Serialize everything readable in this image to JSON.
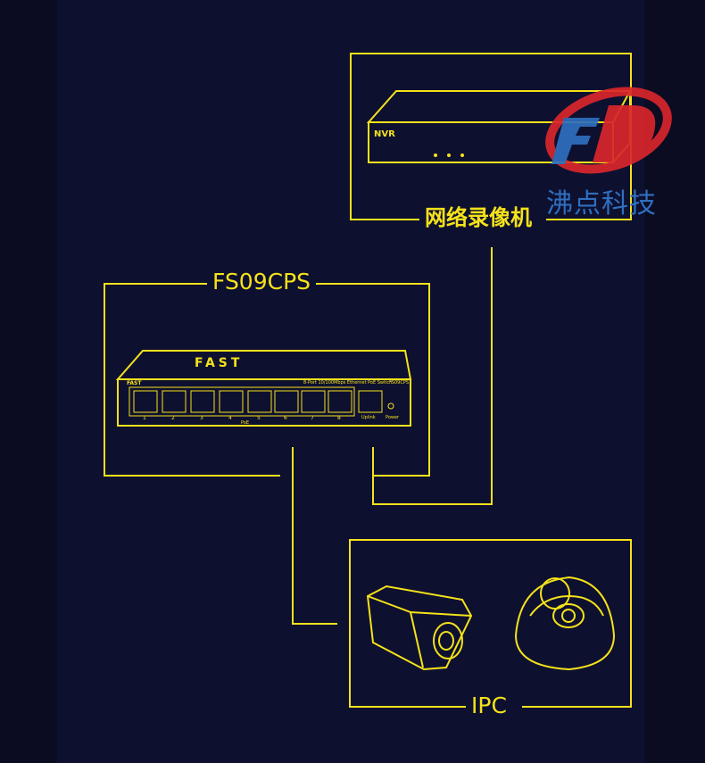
{
  "labels": {
    "nvr_caption": "网络录像机",
    "nvr_device_text": "NVR",
    "switch_caption": "FS09CPS",
    "switch_brand": "FAST",
    "switch_model_text": "8-Port 10/100Mbps Ethernet PoE Switch",
    "switch_model_short": "FS09CPS",
    "switch_port_numbers": [
      "1",
      "2",
      "3",
      "4",
      "5",
      "6",
      "7",
      "8"
    ],
    "switch_uplink_text": "Uplink",
    "switch_power_text": "Power",
    "switch_poe_text": "PoE",
    "ipc_caption": "IPC"
  },
  "watermark": {
    "logo_text": "FD",
    "company_text": "沸点科技"
  },
  "colors": {
    "background": "#0b0c22",
    "line": "#f5e21a",
    "watermark_red": "#d9262b",
    "watermark_blue": "#2f6fbf"
  }
}
